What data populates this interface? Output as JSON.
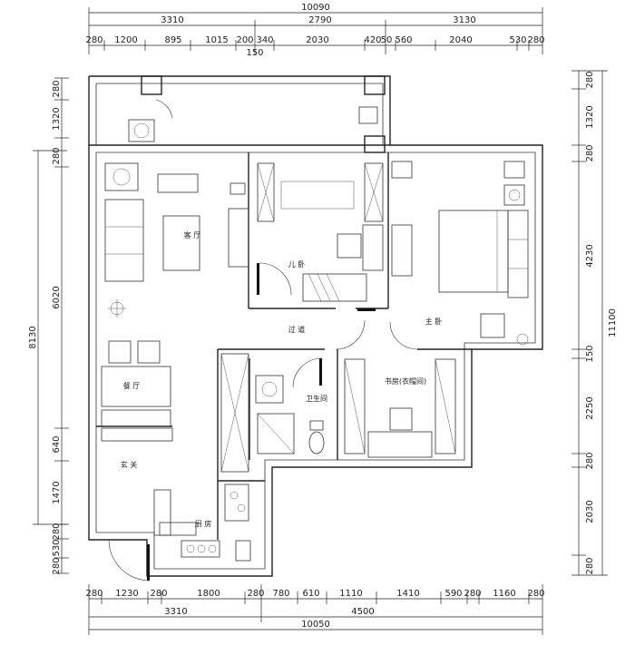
{
  "dimensions": {
    "top_total": "10090",
    "top_segments": [
      "3310",
      "2790",
      "3130"
    ],
    "top_detail": [
      "280",
      "1200",
      "895",
      "1015",
      "200",
      "340",
      "2030",
      "420",
      "50",
      "560",
      "2040",
      "530",
      "280"
    ],
    "top_sub": "150",
    "left_outer": "8130",
    "left_inner": [
      "280",
      "1320",
      "280",
      "6020",
      "640",
      "1470",
      "280",
      "530",
      "280"
    ],
    "right_outer": "11100",
    "right_inner": [
      "280",
      "1320",
      "280",
      "4230",
      "150",
      "2250",
      "280",
      "2030",
      "280"
    ],
    "bottom_detail": [
      "280",
      "1230",
      "280",
      "1800",
      "280",
      "780",
      "610",
      "1110",
      "1410",
      "590",
      "280",
      "1160",
      "280"
    ],
    "bottom_segments": [
      "3310",
      "4500"
    ],
    "bottom_total": "10050"
  },
  "rooms": {
    "living": "客 厅",
    "kids": "儿 卧",
    "corridor": "过 道",
    "master": "主 卧",
    "bath": "卫生间",
    "study": "书房(衣帽间)",
    "dining": "餐 厅",
    "entry": "玄 关",
    "kitchen": "厨 房"
  }
}
